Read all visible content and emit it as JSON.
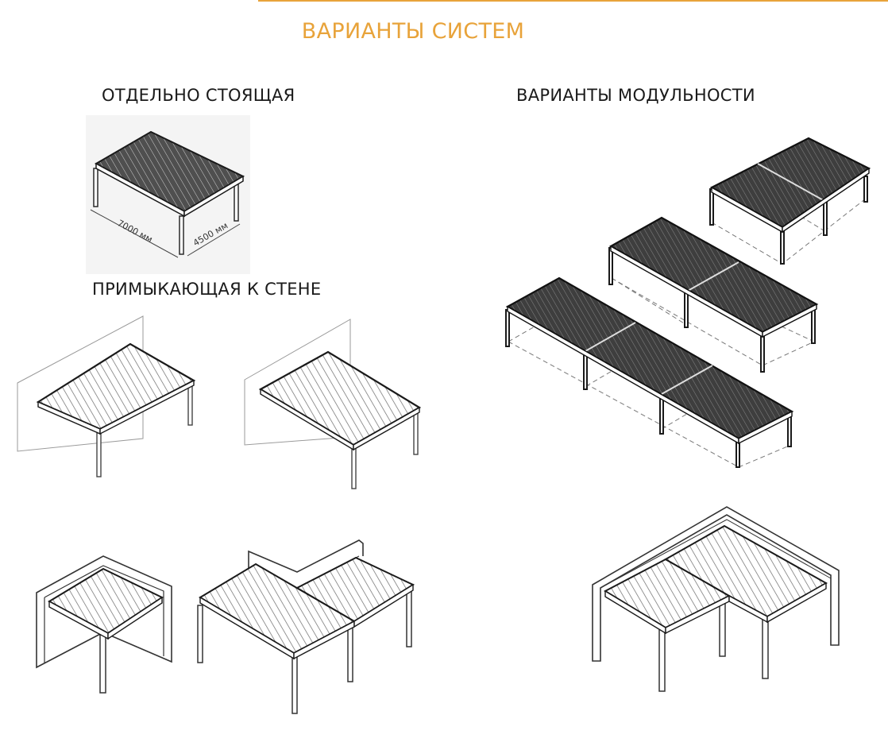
{
  "header": {
    "title": "ВАРИАНТЫ СИСТЕМ",
    "accent_color": "#e8a33a"
  },
  "sections": {
    "free_standing": {
      "heading": "ОТДЕЛЬНО СТОЯЩАЯ",
      "dimension_length": "7000 мм",
      "dimension_width": "4500 мм"
    },
    "wall_mounted": {
      "heading": "ПРИМЫКАЮЩАЯ К СТЕНЕ"
    },
    "modularity": {
      "heading": "ВАРИАНТЫ МОДУЛЬНОСТИ"
    }
  },
  "colors": {
    "roof_fill": "#4f4f4f",
    "frame": "#1a1a1a",
    "line": "#555555"
  }
}
